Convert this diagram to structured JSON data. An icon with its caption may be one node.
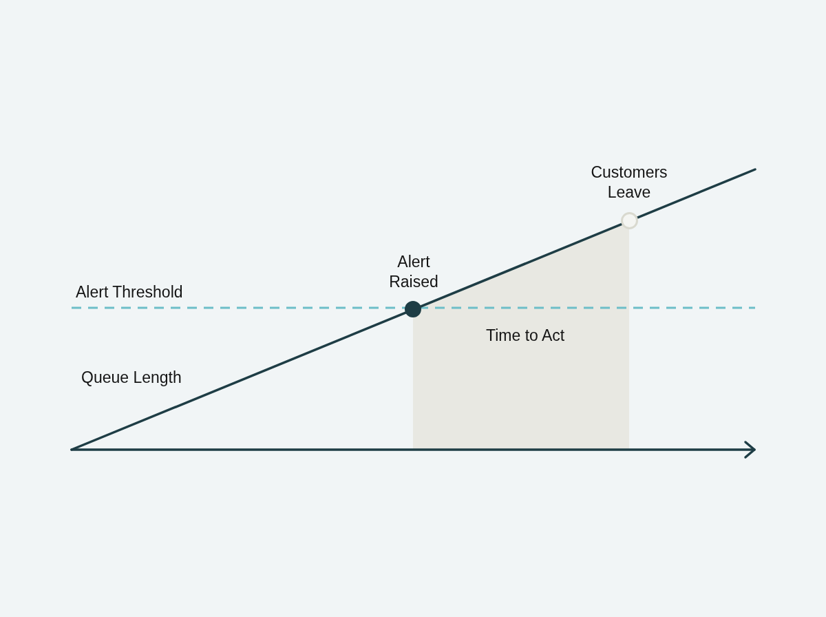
{
  "diagram": {
    "nodes": [
      {
        "text": [],
        "shape": "circle",
        "beside": [
          "Alert Raised"
        ]
      },
      {
        "text": [],
        "shape": "circle",
        "beside": [
          "Customers Leave"
        ]
      }
    ],
    "labels": [
      "Alert Threshold",
      "Time to Act",
      "Queue Length"
    ]
  }
}
